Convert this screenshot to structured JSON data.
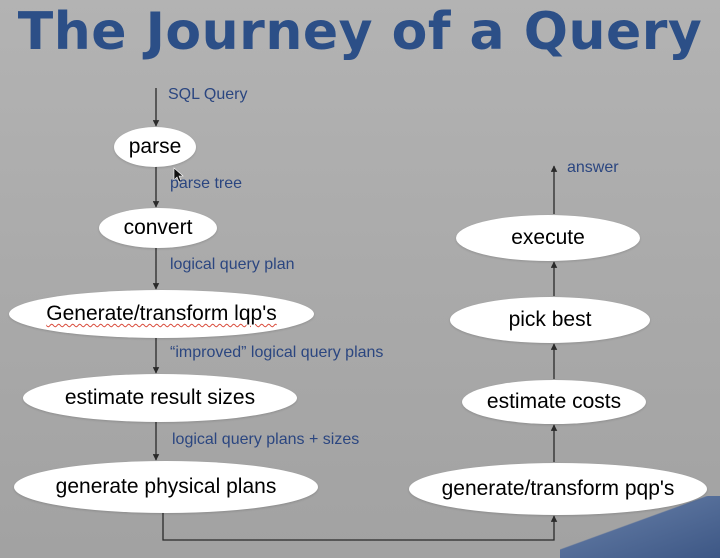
{
  "title": "The Journey of a Query",
  "nodes": {
    "parse": "parse",
    "convert": "convert",
    "generate_transform_lqps": "Generate/transform lqp's",
    "estimate_result_sizes": "estimate result sizes",
    "generate_physical_plans": "generate physical plans",
    "generate_transform_pqps": "generate/transform pqp's",
    "estimate_costs": "estimate costs",
    "pick_best": "pick best",
    "execute": "execute"
  },
  "edges": {
    "sql_query": "SQL Query",
    "parse_tree": "parse tree",
    "logical_query_plan": "logical query plan",
    "improved_plans": "“improved” logical query plans",
    "plans_sizes": "logical query plans + sizes",
    "answer": "answer"
  },
  "colors": {
    "title": "#2c4f87",
    "label": "#2b4680",
    "node_fill": "#ffffff",
    "background": "#adadad"
  }
}
